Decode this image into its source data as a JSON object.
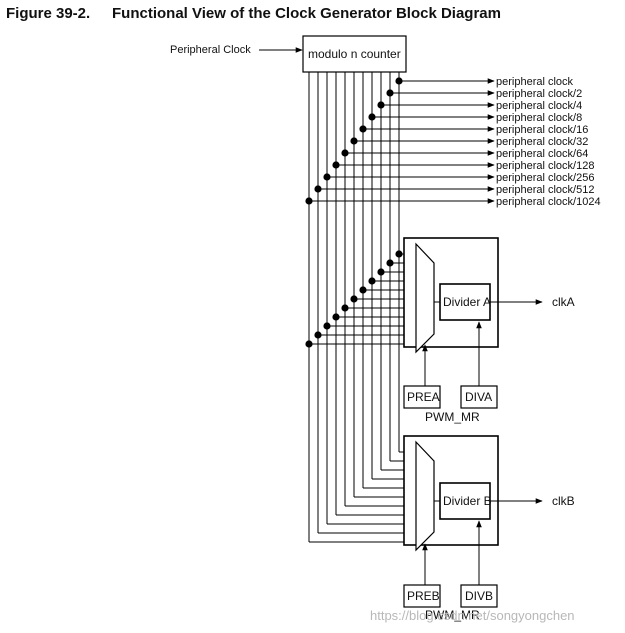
{
  "figure": {
    "number": "Figure 39-2.",
    "title": "Functional View of the Clock Generator Block Diagram"
  },
  "input_label": "Peripheral Clock",
  "counter_label": "modulo n counter",
  "clock_outputs": [
    "peripheral clock",
    "peripheral clock/2",
    "peripheral clock/4",
    "peripheral clock/8",
    "peripheral clock/16",
    "peripheral clock/32",
    "peripheral clock/64",
    "peripheral clock/128",
    "peripheral clock/256",
    "peripheral clock/512",
    "peripheral clock/1024"
  ],
  "blocks": [
    {
      "divider_label": "Divider A",
      "output_label": "clkA",
      "pre_label": "PREA",
      "div_label": "DIVA",
      "register_label": "PWM_MR"
    },
    {
      "divider_label": "Divider B",
      "output_label": "clkB",
      "pre_label": "PREB",
      "div_label": "DIVB",
      "register_label": "PWM_MR"
    }
  ],
  "watermark": "https://blog.csdn.net/songyongchen"
}
